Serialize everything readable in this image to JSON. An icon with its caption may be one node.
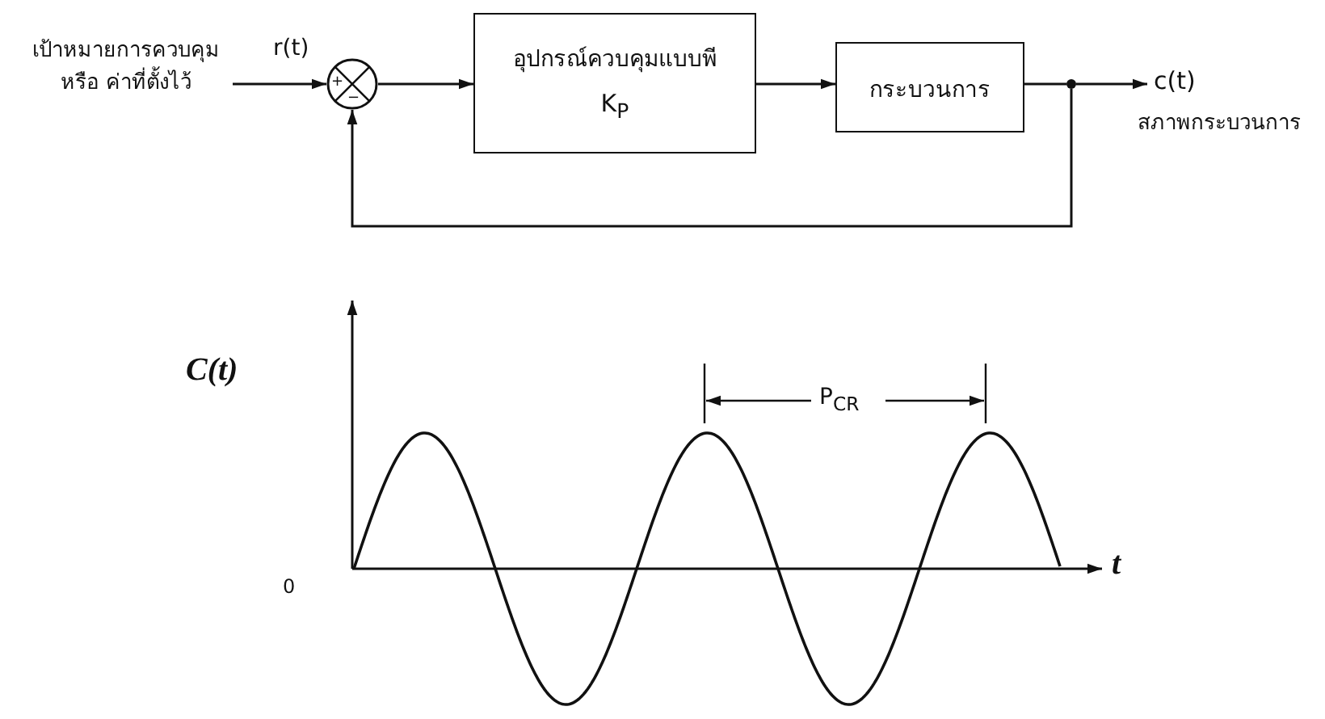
{
  "diagram": {
    "nodes": [
      {
        "text": [
          "เป้าหมายการควบคุม หรือ ค่าที่ตั้งไว้"
        ]
      },
      {
        "text": [
          "+",
          "−"
        ]
      },
      {
        "text": [
          "อุปกรณ์ควบคุมแบบพี",
          "K$_{P}$"
        ]
      },
      {
        "text": [
          "กระบวนการ"
        ]
      },
      {
        "text": [],
        "shape": "circle"
      },
      {
        "text": [
          "c(t)",
          "สภาพกระบวนการ"
        ]
      }
    ],
    "edges": [
      {
        "from": 0,
        "to": 1,
        "arrow": "to",
        "label": "r(t)"
      },
      {
        "from": 1,
        "to": 2,
        "arrow": "to"
      },
      {
        "from": 2,
        "to": 3,
        "arrow": "to"
      },
      {
        "from": 3,
        "to": 4,
        "arrow": "none"
      },
      {
        "from": 4,
        "to": 5,
        "arrow": "to"
      },
      {
        "from": 4,
        "to": 1,
        "arrow": "to"
      }
    ],
    "labels": [
      "C(t)",
      "P$_{CR}$",
      "0",
      "t"
    ]
  }
}
